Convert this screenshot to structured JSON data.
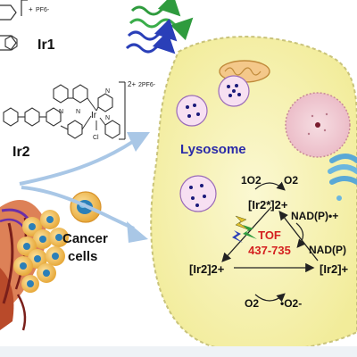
{
  "figure": {
    "compounds": {
      "ir1": {
        "charge": "+",
        "counterion": "PF6-",
        "label": "Ir1"
      },
      "ir2": {
        "charge": "2+",
        "counterion": "2PF6-",
        "label": "Ir2",
        "metal_atom": "Ir",
        "ligand_atoms": [
          "N",
          "N",
          "N",
          "N",
          "Cl"
        ]
      }
    },
    "cancer_cells_label_line1": "Cancer",
    "cancer_cells_label_line2": "cells",
    "lysosome_label": "Lysosome",
    "cycle": {
      "top_species": "[Ir2*]2+",
      "left_species": "[Ir2]2+",
      "right_species": "[Ir2]+",
      "tof_title": "TOF",
      "tof_value": "437-735",
      "o2_singlet": "1O2",
      "o2_triplet_top": "O2",
      "nadp_oxidized": "NAD(P)•+",
      "nadp_reduced": "NAD(P)",
      "o2_bottom": "O2",
      "superoxide": "•O2-"
    }
  }
}
